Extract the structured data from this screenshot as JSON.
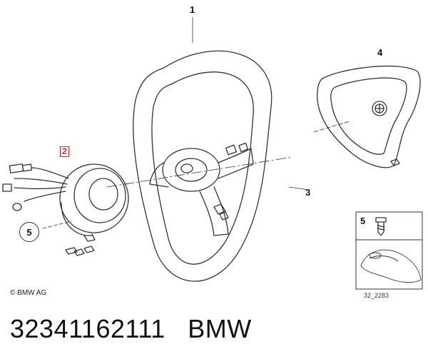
{
  "diagram": {
    "callouts": {
      "steering_wheel": "1",
      "contact_unit": "2",
      "handle_pieces": "3",
      "airbag_module": "4",
      "screw_ref": "5",
      "inset_screw": "5"
    },
    "copyright": "© BMW AG",
    "drawing_ref": "32_2283"
  },
  "caption": {
    "part_number": "32341162111",
    "brand": "BMW"
  },
  "colors": {
    "line": "#333333",
    "highlight_frame": "#d9262b"
  }
}
